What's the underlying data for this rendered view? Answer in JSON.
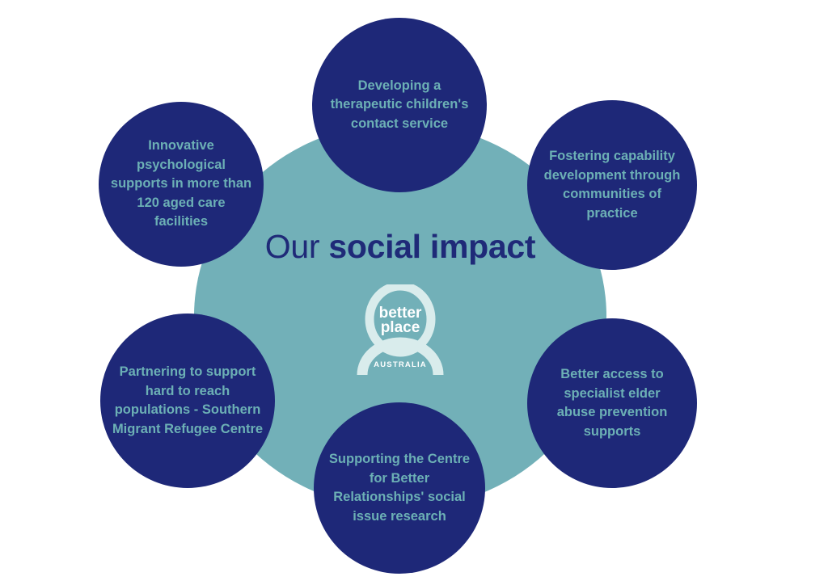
{
  "graphic": {
    "type": "hub-and-spoke-circles",
    "title_regular": "Our ",
    "title_bold": "social impact",
    "colors": {
      "background": "#ffffff",
      "hub_teal": "#72b0b8",
      "node_navy": "#1e2878",
      "node_text_teal": "#6cb0b5",
      "title_navy": "#1f2a78",
      "logo_white": "#ffffff"
    }
  },
  "logo": {
    "name": "better-place-australia-logo",
    "line1": "better",
    "line2": "place",
    "country": "AUSTRALIA"
  },
  "nodes": [
    {
      "id": "therapeutic-contact-service",
      "position": "top",
      "text": "Developing a therapeutic children's contact service"
    },
    {
      "id": "aged-care-psychological-supports",
      "position": "top-left",
      "text": "Innovative psychological supports in more than 120 aged care facilities"
    },
    {
      "id": "communities-of-practice",
      "position": "top-right",
      "text": "Fostering capability development through communities of practice"
    },
    {
      "id": "elder-abuse-prevention",
      "position": "bottom-right",
      "text": "Better access to specialist elder abuse prevention supports"
    },
    {
      "id": "centre-for-better-relationships-research",
      "position": "bottom",
      "text": "Supporting the Centre for Better Relationships' social issue research"
    },
    {
      "id": "southern-migrant-refugee-centre",
      "position": "bottom-left",
      "text": "Partnering to support hard to reach populations - Southern Migrant Refugee Centre"
    }
  ]
}
